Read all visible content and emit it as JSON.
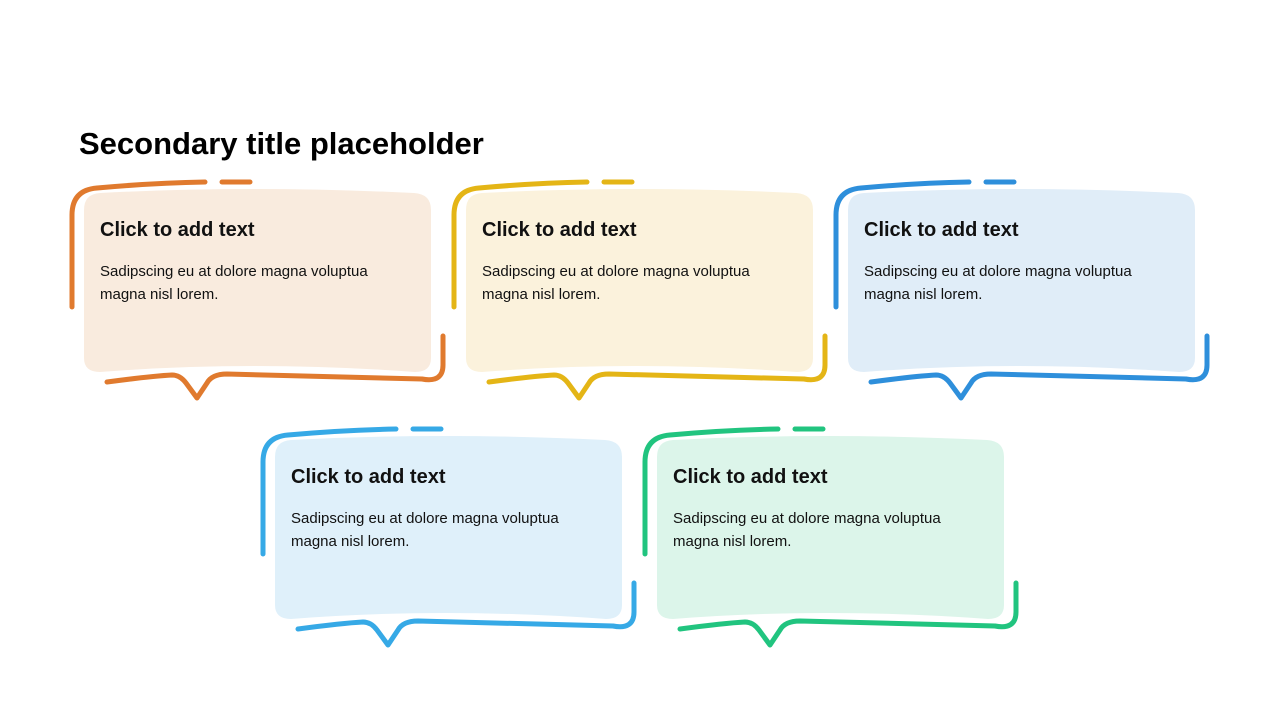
{
  "title": "Secondary title placeholder",
  "cards": [
    {
      "heading": "Click to add text",
      "body": "Sadipscing eu at dolore magna voluptua magna nisl lorem.",
      "stroke": "#E07A2E",
      "fill": "#F9EBDE"
    },
    {
      "heading": "Click to add text",
      "body": "Sadipscing eu at dolore magna voluptua magna nisl lorem.",
      "stroke": "#E4B516",
      "fill": "#FBF2DC"
    },
    {
      "heading": "Click to add text",
      "body": "Sadipscing eu at dolore magna voluptua magna nisl lorem.",
      "stroke": "#2E8FDB",
      "fill": "#E0EDF8"
    },
    {
      "heading": "Click to add text",
      "body": "Sadipscing eu at dolore magna voluptua magna nisl lorem.",
      "stroke": "#36A9E6",
      "fill": "#DFF0FA"
    },
    {
      "heading": "Click to add text",
      "body": "Sadipscing eu at dolore magna voluptua magna nisl lorem.",
      "stroke": "#21C47F",
      "fill": "#DCF5EA"
    }
  ]
}
